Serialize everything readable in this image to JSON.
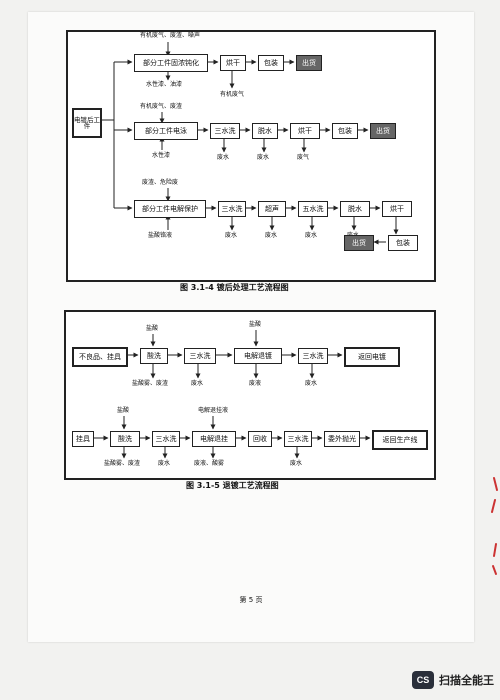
{
  "diagram1": {
    "start": "电镀后工件",
    "row1": {
      "main": "部分工件固浓钝化",
      "above": "有机废气、废渣、噪声",
      "below": "水性漆、油漆",
      "dry": "烘干",
      "dry_note": "有机废气",
      "pack": "包装",
      "out": "出货"
    },
    "row2": {
      "main": "部分工件电泳",
      "above": "有机废气、废渣",
      "below": "水性漆",
      "wash": "三水洗",
      "wash_note": "废水",
      "dewater": "脱水",
      "dewater_note": "废水",
      "dry": "烘干",
      "dry_note": "废气",
      "pack": "包装",
      "out": "出货"
    },
    "row3": {
      "main": "部分工件电解保护",
      "above": "废渣、危险废",
      "below": "盐酸铬液",
      "wash1": "三水洗",
      "wash1_note": "废水",
      "ultra": "超声",
      "ultra_note": "废水",
      "wash2": "五水洗",
      "wash2_note": "废水",
      "dewater": "脱水",
      "dewater_note": "废水",
      "dry": "烘干",
      "pack": "包装",
      "out": "出货"
    },
    "caption": "图 3.1-4   镀后处理工艺流程图"
  },
  "diagram2": {
    "row1": {
      "start": "不良品、挂具",
      "acid_in": "盐酸",
      "acid": "酸洗",
      "acid_out": "盐酸雾、废渣",
      "wash1": "三水洗",
      "wash1_out": "废水",
      "strip_in": "盐酸",
      "strip": "电解退镀",
      "strip_out": "废液",
      "wash2": "三水洗",
      "wash2_out": "废水",
      "end": "返回电镀"
    },
    "row2": {
      "start": "挂具",
      "acid_in": "盐酸",
      "acid": "酸洗",
      "acid_out": "盐酸雾、废渣",
      "wash1": "三水洗",
      "wash1_out": "废水",
      "strip_in": "电解退挂液",
      "strip": "电解退挂",
      "strip_out": "废液、酸雾",
      "recycle": "回收",
      "wash2": "三水洗",
      "wash2_out": "废水",
      "polish": "委外抛光",
      "end": "返回生产线"
    },
    "caption": "图 3.1-5   退镀工艺流程图"
  },
  "page_number": "第 5 页",
  "watermark": {
    "logo": "CS",
    "text": "扫描全能王"
  }
}
